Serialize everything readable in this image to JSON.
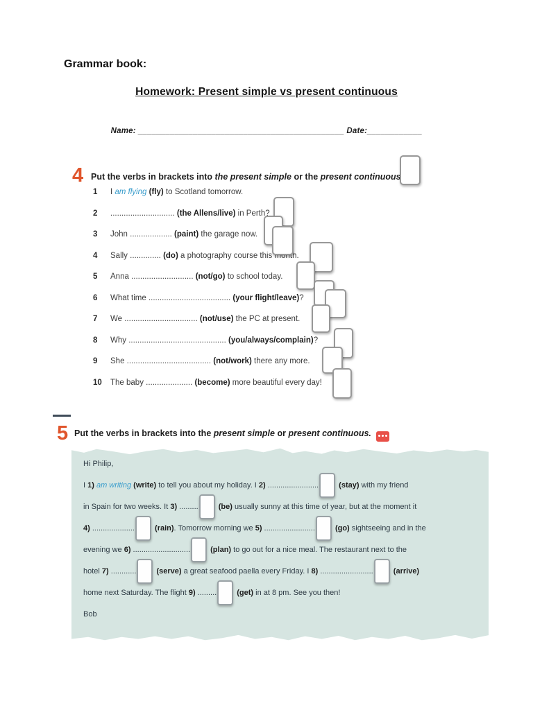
{
  "header": {
    "grammar_book_label": "Grammar book:",
    "title": "Homework: Present simple vs present continuous",
    "name_label": "Name:",
    "name_blank": "_____________________________________________",
    "date_label": "Date:",
    "date_blank": "____________"
  },
  "exercise4": {
    "number": "4",
    "instruction": [
      {
        "t": "Put the verbs in brackets into ",
        "s": "b"
      },
      {
        "t": "the present simple",
        "s": "bi"
      },
      {
        "t": " or the ",
        "s": "b"
      },
      {
        "t": "present continuous.",
        "s": "bi"
      }
    ],
    "items": [
      {
        "num": "1",
        "segments": [
          {
            "t": "I ",
            "s": "n"
          },
          {
            "t": "am flying",
            "s": "blue"
          },
          {
            "t": " ",
            "s": "n"
          },
          {
            "t": "(fly)",
            "s": "b"
          },
          {
            "t": " to Scotland tomorrow.",
            "s": "n"
          }
        ]
      },
      {
        "num": "2",
        "segments": [
          {
            "t": "............................. ",
            "s": "n"
          },
          {
            "t": "(the Allens/live)",
            "s": "b"
          },
          {
            "t": " in Perth?",
            "s": "n"
          }
        ]
      },
      {
        "num": "3",
        "segments": [
          {
            "t": "John ................... ",
            "s": "n"
          },
          {
            "t": "(paint)",
            "s": "b"
          },
          {
            "t": " the garage now.",
            "s": "n"
          }
        ]
      },
      {
        "num": "4",
        "segments": [
          {
            "t": "Sally .............. ",
            "s": "n"
          },
          {
            "t": "(do)",
            "s": "b"
          },
          {
            "t": " a photography course this month.",
            "s": "n"
          }
        ]
      },
      {
        "num": "5",
        "segments": [
          {
            "t": "Anna ............................ ",
            "s": "n"
          },
          {
            "t": "(not/go)",
            "s": "b"
          },
          {
            "t": " to school today.",
            "s": "n"
          }
        ]
      },
      {
        "num": "6",
        "segments": [
          {
            "t": "What time ..................................... ",
            "s": "n"
          },
          {
            "t": "(your flight/leave)",
            "s": "b"
          },
          {
            "t": "?",
            "s": "n"
          }
        ]
      },
      {
        "num": "7",
        "segments": [
          {
            "t": "We ................................. ",
            "s": "n"
          },
          {
            "t": "(not/use)",
            "s": "b"
          },
          {
            "t": " the PC at present.",
            "s": "n"
          }
        ]
      },
      {
        "num": "8",
        "segments": [
          {
            "t": "Why ............................................ ",
            "s": "n"
          },
          {
            "t": "(you/always/complain)",
            "s": "b"
          },
          {
            "t": "?",
            "s": "n"
          }
        ]
      },
      {
        "num": "9",
        "segments": [
          {
            "t": "She ...................................... ",
            "s": "n"
          },
          {
            "t": "(not/work)",
            "s": "b"
          },
          {
            "t": " there any more.",
            "s": "n"
          }
        ]
      },
      {
        "num": "10",
        "segments": [
          {
            "t": "The baby ..................... ",
            "s": "n"
          },
          {
            "t": "(become)",
            "s": "b"
          },
          {
            "t": " more beautiful every day!",
            "s": "n"
          }
        ]
      }
    ]
  },
  "exercise5": {
    "number": "5",
    "instruction": [
      {
        "t": "Put the verbs in brackets into the ",
        "s": "b"
      },
      {
        "t": "present simple",
        "s": "bi"
      },
      {
        "t": " or ",
        "s": "b"
      },
      {
        "t": "present continuous.",
        "s": "bi"
      }
    ],
    "icon": "ellipsis-badge",
    "letter_lines": [
      [
        {
          "t": "Hi Philip,",
          "s": "n"
        }
      ],
      [
        {
          "t": "I ",
          "s": "n"
        },
        {
          "t": "1)",
          "s": "b"
        },
        {
          "t": " ",
          "s": "n"
        },
        {
          "t": "am writing",
          "s": "blue"
        },
        {
          "t": " ",
          "s": "n"
        },
        {
          "t": "(write)",
          "s": "b"
        },
        {
          "t": " to tell you about my holiday. I ",
          "s": "n"
        },
        {
          "t": "2)",
          "s": "b"
        },
        {
          "t": " ........................",
          "s": "n"
        },
        {
          "s": "box"
        },
        {
          "t": " ",
          "s": "n"
        },
        {
          "t": "(stay)",
          "s": "b"
        },
        {
          "t": " with my friend",
          "s": "n"
        }
      ],
      [
        {
          "t": "in Spain for two weeks. It ",
          "s": "n"
        },
        {
          "t": "3)",
          "s": "b"
        },
        {
          "t": " .........",
          "s": "n"
        },
        {
          "s": "box"
        },
        {
          "t": " ",
          "s": "n"
        },
        {
          "t": "(be)",
          "s": "b"
        },
        {
          "t": " usually sunny at this time of year, but at the moment it",
          "s": "n"
        }
      ],
      [
        {
          "t": "4)",
          "s": "b"
        },
        {
          "t": " ....................",
          "s": "n"
        },
        {
          "s": "box"
        },
        {
          "t": " ",
          "s": "n"
        },
        {
          "t": "(rain)",
          "s": "b"
        },
        {
          "t": ". Tomorrow morning we ",
          "s": "n"
        },
        {
          "t": "5)",
          "s": "b"
        },
        {
          "t": " ........................",
          "s": "n"
        },
        {
          "s": "box"
        },
        {
          "t": " ",
          "s": "n"
        },
        {
          "t": "(go)",
          "s": "b"
        },
        {
          "t": " sightseeing and in the",
          "s": "n"
        }
      ],
      [
        {
          "t": "evening we ",
          "s": "n"
        },
        {
          "t": "6)",
          "s": "b"
        },
        {
          "t": " ...........................",
          "s": "n"
        },
        {
          "s": "box"
        },
        {
          "t": " ",
          "s": "n"
        },
        {
          "t": "(plan)",
          "s": "b"
        },
        {
          "t": " to go out for a nice meal. The restaurant next to the",
          "s": "n"
        }
      ],
      [
        {
          "t": "hotel ",
          "s": "n"
        },
        {
          "t": "7)",
          "s": "b"
        },
        {
          "t": " ............",
          "s": "n"
        },
        {
          "s": "box"
        },
        {
          "t": " ",
          "s": "n"
        },
        {
          "t": "(serve)",
          "s": "b"
        },
        {
          "t": " a great seafood paella every Friday. I ",
          "s": "n"
        },
        {
          "t": "8)",
          "s": "b"
        },
        {
          "t": " .........................",
          "s": "n"
        },
        {
          "s": "box"
        },
        {
          "t": " ",
          "s": "n"
        },
        {
          "t": "(arrive)",
          "s": "b"
        }
      ],
      [
        {
          "t": "home next Saturday. The flight ",
          "s": "n"
        },
        {
          "t": "9)",
          "s": "b"
        },
        {
          "t": " .........",
          "s": "n"
        },
        {
          "s": "box"
        },
        {
          "t": " ",
          "s": "n"
        },
        {
          "t": "(get)",
          "s": "b"
        },
        {
          "t": " in at 8 pm. See you then!",
          "s": "n"
        }
      ],
      [
        {
          "t": "Bob",
          "s": "n"
        }
      ]
    ]
  },
  "answer_boxes": {
    "cascade": [
      [
        576,
        224,
        30,
        43
      ],
      [
        394,
        284,
        30,
        43
      ],
      [
        380,
        311,
        28,
        43
      ],
      [
        392,
        326,
        31,
        42
      ],
      [
        446,
        349,
        34,
        44
      ],
      [
        427,
        377,
        27,
        41
      ],
      [
        452,
        404,
        30,
        38
      ],
      [
        468,
        417,
        31,
        42
      ],
      [
        449,
        439,
        27,
        41
      ],
      [
        481,
        473,
        28,
        44
      ],
      [
        464,
        500,
        30,
        39
      ],
      [
        479,
        531,
        28,
        44
      ]
    ]
  },
  "colors": {
    "accent_orange": "#e0552c",
    "blue_italic": "#3a9dcc",
    "letter_background": "#d6e5e1",
    "badge_red": "#e85048",
    "box_border": "#989898",
    "divider": "#3f4c59"
  }
}
